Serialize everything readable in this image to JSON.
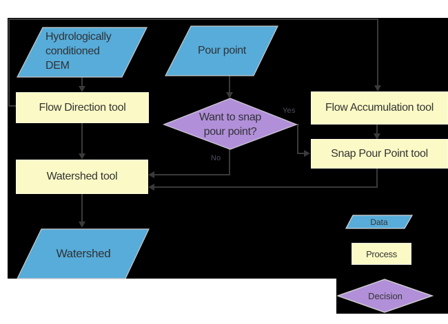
{
  "diagram": {
    "title_semantic": "Watershed delineation flowchart",
    "nodes": {
      "dem": {
        "line1": "Hydrologically",
        "line2": "conditioned",
        "line3": "DEM"
      },
      "pour_point": {
        "label": "Pour point"
      },
      "flow_direction": {
        "label": "Flow Direction tool"
      },
      "flow_accumulation": {
        "label": "Flow Accumulation tool"
      },
      "snap_pour_point": {
        "label": "Snap Pour Point tool"
      },
      "decision": {
        "line1": "Want to snap",
        "line2": "pour point?"
      },
      "watershed_tool": {
        "label": "Watershed tool"
      },
      "watershed": {
        "label": "Watershed"
      }
    },
    "edges": {
      "yes_label": "Yes",
      "no_label": "No"
    },
    "legend": {
      "data_label": "Data",
      "process_label": "Process",
      "decision_label": "Decision"
    },
    "colors": {
      "background": "#000000",
      "data_fill": "#57acd9",
      "process_fill": "#fbfac6",
      "decision_fill": "#b28fd9",
      "connector": "#3a3a3a",
      "text": "#333333",
      "shape_outline": "#cccccc"
    }
  }
}
